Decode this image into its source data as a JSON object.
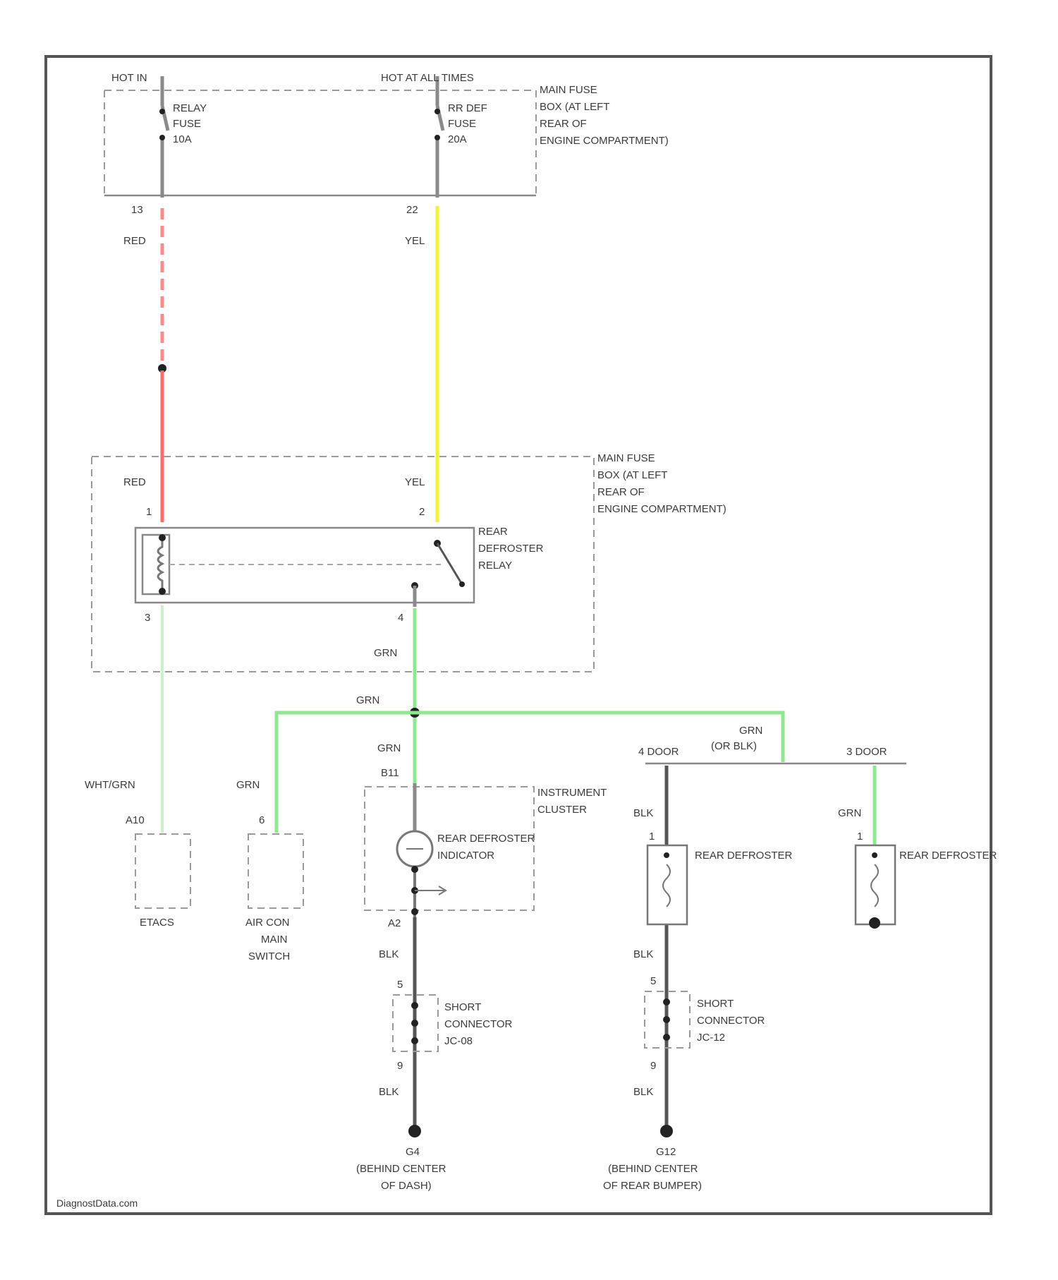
{
  "labels": {
    "hot_in": "HOT IN",
    "hot_at_all_times": "HOT AT ALL TIMES",
    "relay_fuse_1": "RELAY",
    "relay_fuse_2": "FUSE",
    "relay_fuse_3": "10A",
    "rr_def_fuse_1": "RR DEF",
    "rr_def_fuse_2": "FUSE",
    "rr_def_fuse_3": "20A",
    "main_fuse_top_1": "MAIN FUSE",
    "main_fuse_top_2": "BOX (AT LEFT",
    "main_fuse_top_3": "REAR OF",
    "main_fuse_top_4": "ENGINE COMPARTMENT)",
    "pin_13": "13",
    "pin_22": "22",
    "red": "RED",
    "yel": "YEL",
    "red_2": "RED",
    "yel_2": "YEL",
    "main_fuse_mid_1": "MAIN FUSE",
    "main_fuse_mid_2": "BOX (AT LEFT",
    "main_fuse_mid_3": "REAR OF",
    "main_fuse_mid_4": "ENGINE COMPARTMENT)",
    "pin_1": "1",
    "pin_2": "2",
    "pin_3": "3",
    "pin_4": "4",
    "relay_1": "REAR",
    "relay_2": "DEFROSTER",
    "relay_3": "RELAY",
    "grn_1": "GRN",
    "grn_2": "GRN",
    "grn_3": "GRN",
    "grn_4": "GRN",
    "grn_5": "GRN",
    "grn_orblk_1": "GRN",
    "grn_orblk_2": "(OR BLK)",
    "door4": "4 DOOR",
    "door3": "3 DOOR",
    "wht_grn": "WHT/GRN",
    "pin_a10": "A10",
    "pin_6": "6",
    "pin_b11": "B11",
    "etacs": "ETACS",
    "aircon_1": "AIR CON",
    "aircon_2": "MAIN",
    "aircon_3": "SWITCH",
    "cluster_1": "INSTRUMENT",
    "cluster_2": "CLUSTER",
    "indicator_1": "REAR DEFROSTER",
    "indicator_2": "INDICATOR",
    "pin_a2": "A2",
    "blk_1": "BLK",
    "blk_2": "BLK",
    "blk_3": "BLK",
    "blk_4": "BLK",
    "blk_5": "BLK",
    "defroster_4d": "REAR DEFROSTER",
    "defroster_3d": "REAR DEFROSTER",
    "pin_1_4d": "1",
    "pin_1_3d": "1",
    "pin_5_a": "5",
    "pin_5_b": "5",
    "pin_9_a": "9",
    "pin_9_b": "9",
    "short_a_1": "SHORT",
    "short_a_2": "CONNECTOR",
    "short_a_3": "JC-08",
    "short_b_1": "SHORT",
    "short_b_2": "CONNECTOR",
    "short_b_3": "JC-12",
    "g4": "G4",
    "g4_loc_1": "(BEHIND CENTER",
    "g4_loc_2": "OF DASH)",
    "g12": "G12",
    "g12_loc_1": "(BEHIND CENTER",
    "g12_loc_2": "OF REAR BUMPER)",
    "watermark": "DiagnostData.com"
  },
  "wire_colors": {
    "red": "#ff6b6b",
    "yellow": "#f2f23a",
    "green": "#8fe88f",
    "black": "#555555"
  }
}
